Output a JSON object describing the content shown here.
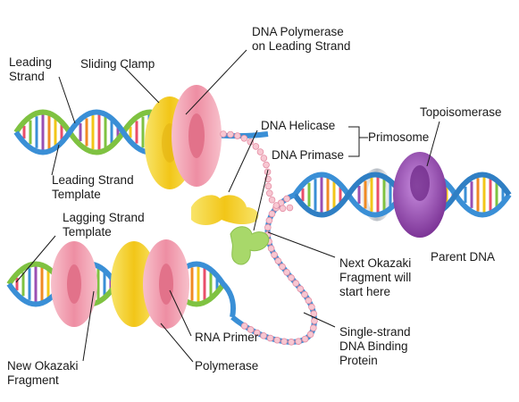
{
  "labels": {
    "leading_strand": [
      "Leading",
      "Strand"
    ],
    "sliding_clamp": [
      "Sliding Clamp"
    ],
    "dna_polymerase_leading": [
      "DNA Polymerase",
      "on Leading Strand"
    ],
    "dna_helicase": [
      "DNA Helicase"
    ],
    "primosome": [
      "Primosome"
    ],
    "dna_primase": [
      "DNA Primase"
    ],
    "topoisomerase": [
      "Topoisomerase"
    ],
    "leading_strand_template": [
      "Leading Strand",
      "Template"
    ],
    "lagging_strand_template": [
      "Lagging Strand",
      "Template"
    ],
    "parent_dna": [
      "Parent DNA"
    ],
    "next_okazaki": [
      "Next Okazaki",
      "Fragment will",
      "start here"
    ],
    "rna_primer": [
      "RNA Primer"
    ],
    "single_strand_binding": [
      "Single-strand",
      "DNA Binding",
      "Protein"
    ],
    "new_okazaki": [
      "New Okazaki",
      "Fragment"
    ],
    "polymerase": [
      "Polymerase"
    ]
  },
  "colors": {
    "backbone_blue": "#3a8fd6",
    "backbone_green": "#7fc241",
    "polymerase_pink": "#f4a3b4",
    "clamp_yellow": "#f5d12f",
    "helicase_silver": "#cfd3d8",
    "topoisomerase_purple": "#9a4fb3",
    "primase_green": "#a8d86a",
    "ssb_pink": "#f7c7d2"
  }
}
